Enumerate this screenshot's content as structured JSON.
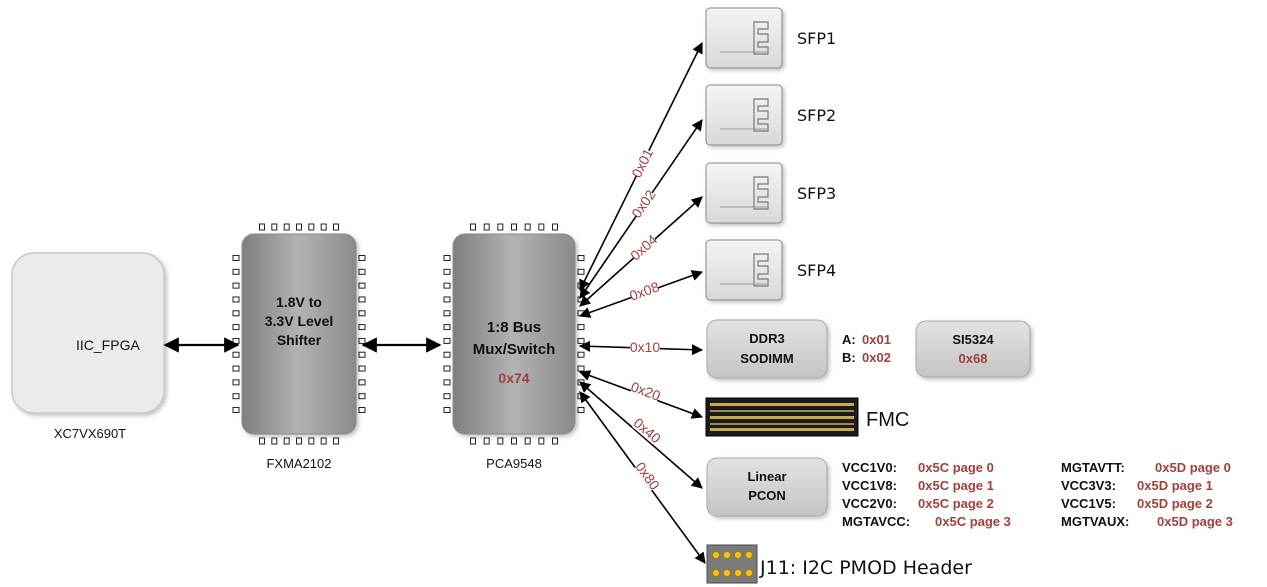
{
  "fpga": {
    "port": "IIC_FPGA",
    "part": "XC7VX690T"
  },
  "shifter": {
    "line1": "1.8V to",
    "line2": "3.3V Level",
    "line3": "Shifter",
    "part": "FXMA2102"
  },
  "mux": {
    "line1": "1:8 Bus",
    "line2": "Mux/Switch",
    "addr": "0x74",
    "part": "PCA9548"
  },
  "channels": [
    "0x01",
    "0x02",
    "0x04",
    "0x08",
    "0x10",
    "0x20",
    "0x40",
    "0x80"
  ],
  "sfp": [
    "SFP1",
    "SFP2",
    "SFP3",
    "SFP4"
  ],
  "ddr3": {
    "line1": "DDR3",
    "line2": "SODIMM",
    "a_key": "A:",
    "a_val": "0x01",
    "b_key": "B:",
    "b_val": "0x02"
  },
  "si5324": {
    "line1": "SI5324",
    "addr": "0x68"
  },
  "fmc": {
    "label": "FMC"
  },
  "pcon": {
    "line1": "Linear",
    "line2": "PCON",
    "left": [
      {
        "key": "VCC1V0:",
        "val": "0x5C page 0"
      },
      {
        "key": "VCC1V8:",
        "val": "0x5C page 1"
      },
      {
        "key": "VCC2V0:",
        "val": "0x5C page 2"
      },
      {
        "key": "MGTAVCC:",
        "val": "0x5C page 3"
      }
    ],
    "right": [
      {
        "key": "MGTAVTT:",
        "val": "0x5D page 0"
      },
      {
        "key": "VCC3V3:",
        "val": "0x5D page 1"
      },
      {
        "key": "VCC1V5:",
        "val": "0x5D page 2"
      },
      {
        "key": "MGTVAUX:",
        "val": "0x5D page 3"
      }
    ]
  },
  "pmod": {
    "label": "J11: I2C PMOD Header"
  },
  "colors": {
    "address": "#a0413c",
    "chip": "#9a9a9a",
    "board": "#ebebeb"
  }
}
